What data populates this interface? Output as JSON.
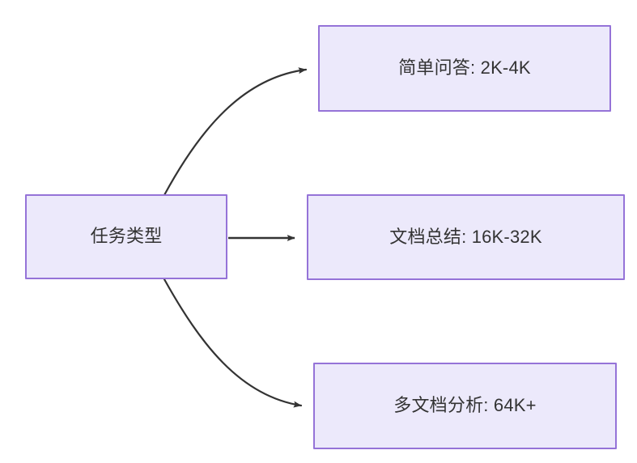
{
  "diagram": {
    "type": "flowchart",
    "direction": "left-to-right",
    "background_color": "#ffffff",
    "node_fill_color": "#ece9fb",
    "node_border_color": "#9573d8",
    "node_text_color": "#333333",
    "edge_color": "#333333",
    "nodes": {
      "source": {
        "label": "任务类型"
      },
      "simple_qa": {
        "label": "简单问答: 2K-4K"
      },
      "doc_summary": {
        "label": "文档总结: 16K-32K"
      },
      "multi_doc": {
        "label": "多文档分析: 64K+"
      }
    },
    "edges": [
      {
        "from": "源节点 任务类型",
        "to": "简单问答: 2K-4K",
        "style": "curved",
        "label": ""
      },
      {
        "from": "源节点 任务类型",
        "to": "文档总结: 16K-32K",
        "style": "straight",
        "label": ""
      },
      {
        "from": "源节点 任务类型",
        "to": "多文档分析: 64K+",
        "style": "curved",
        "label": ""
      }
    ]
  }
}
